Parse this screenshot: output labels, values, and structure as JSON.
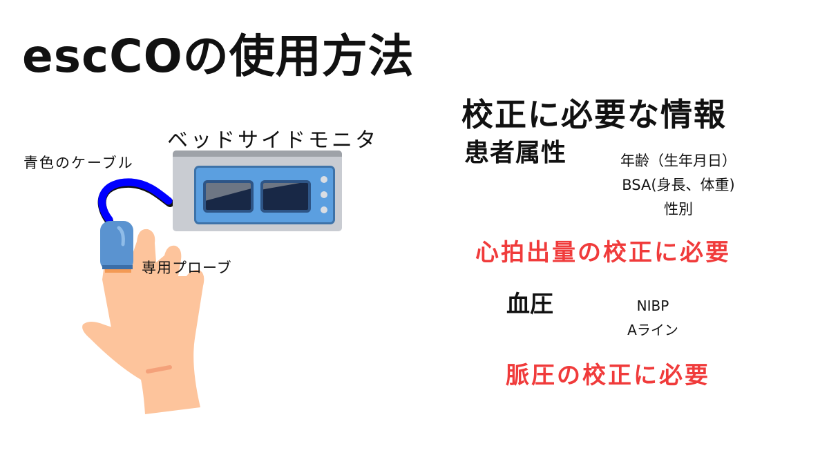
{
  "slide": {
    "title": "escCOの使用方法",
    "illustration": {
      "monitor_label": "ベッドサイドモニタ",
      "cable_label": "青色のケーブル",
      "probe_label": "専用プローブ",
      "colors": {
        "cable": "#0000ff",
        "probe": "#5a93d0",
        "skin": "#fdc49c",
        "monitor_body": "#c9ccd2",
        "monitor_panel": "#5b9fe0"
      }
    },
    "calibration": {
      "heading": "校正に必要な情報",
      "patient": {
        "heading": "患者属性",
        "items": [
          "年齢（生年月日）",
          "BSA(身長、体重)",
          "性別"
        ],
        "note": "心拍出量の校正に必要"
      },
      "blood_pressure": {
        "heading": "血圧",
        "items": [
          "NIBP",
          "Aライン"
        ],
        "note": "脈圧の校正に必要"
      },
      "note_color": "#f03b3b"
    }
  }
}
